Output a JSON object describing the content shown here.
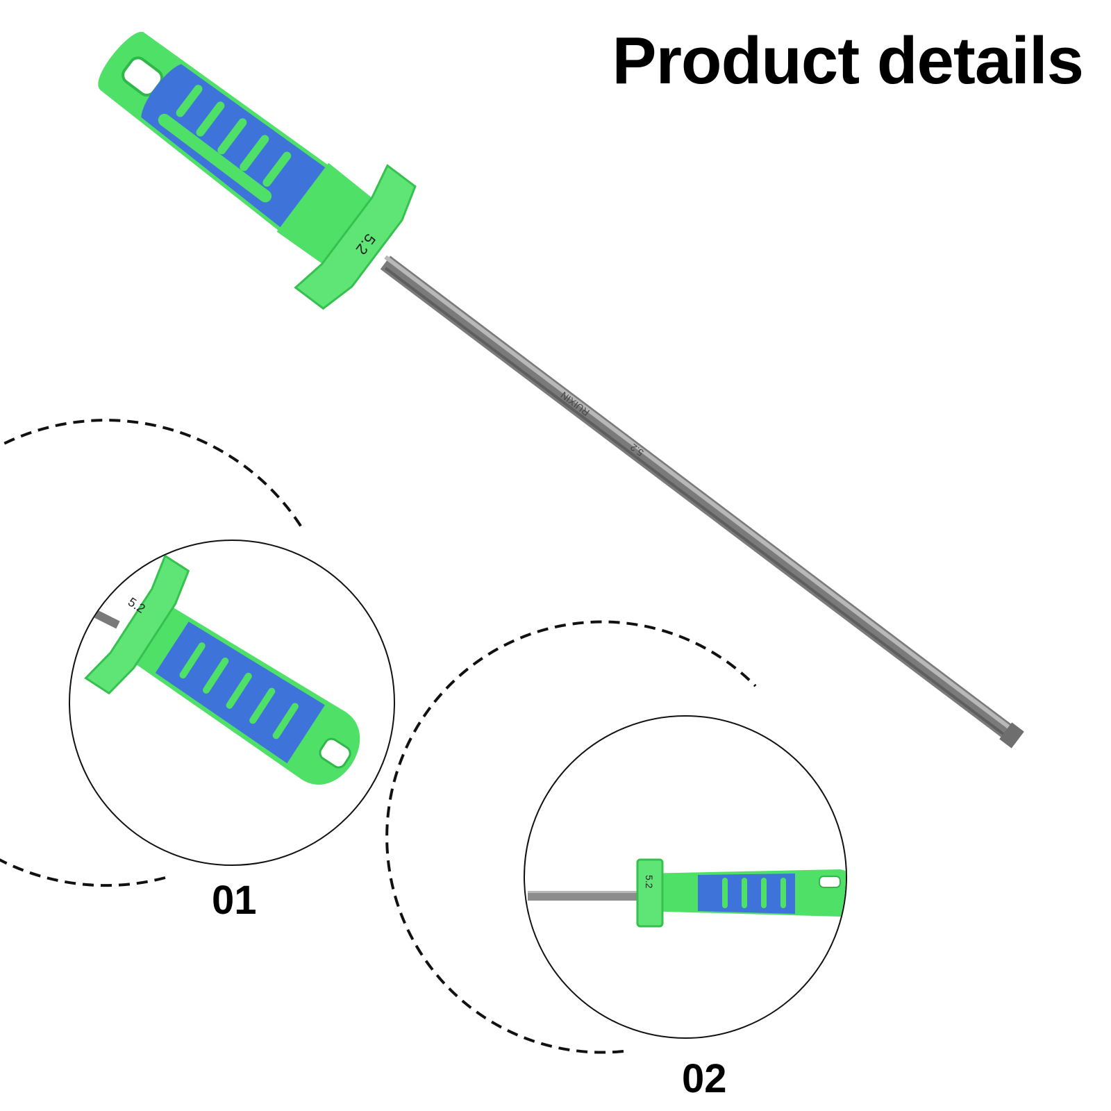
{
  "title": "Product details",
  "main_image": {
    "handle_marking": "5.2",
    "rod_markings": [
      "RUIXIN",
      "5.2"
    ]
  },
  "details": [
    {
      "label": "01",
      "view": "handle close-up",
      "handle_marking": "5.2"
    },
    {
      "label": "02",
      "view": "side view",
      "handle_marking": "5.2"
    }
  ],
  "colors": {
    "handle_green": "#4fe067",
    "grip_blue": "#3e73d9",
    "rod_gray": "#8c8c8c",
    "text": "#000000",
    "background": "#ffffff"
  }
}
